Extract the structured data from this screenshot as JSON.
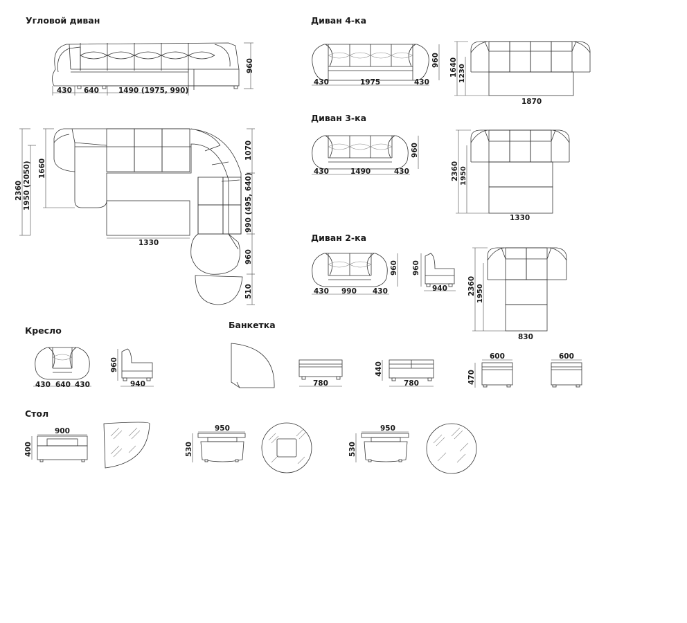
{
  "sections": {
    "corner_sofa": "Угловой диван",
    "sofa4": "Диван 4-ка",
    "sofa3": "Диван 3-ка",
    "sofa2": "Диван 2-ка",
    "armchair": "Кресло",
    "banquette": "Банкетка",
    "table": "Стол"
  },
  "corner": {
    "front_h": "960",
    "w_arm": "430",
    "w_seat": "640",
    "w_rest": "1490 (1975, 990)",
    "plan_total_h": "2360",
    "plan_h_variants": "1950 (2050)",
    "plan_left_h": "1660",
    "plan_w": "1330",
    "plan_r1": "1070",
    "plan_r2": "990 (495, 640)",
    "plan_r3": "960",
    "plan_r4": "510"
  },
  "sofa4": {
    "h": "960",
    "arm_l": "430",
    "seat": "1975",
    "arm_r": "430",
    "plan_h1": "1640",
    "plan_h2": "1230",
    "plan_w": "1870"
  },
  "sofa3": {
    "h": "960",
    "arm_l": "430",
    "seat": "1490",
    "arm_r": "430",
    "plan_h1": "2360",
    "plan_h2": "1950",
    "plan_w": "1330"
  },
  "sofa2": {
    "h": "960",
    "arm_l": "430",
    "seat": "990",
    "arm_r": "430",
    "side_h": "960",
    "side_d": "940",
    "plan_h1": "2360",
    "plan_h2": "1950",
    "plan_w": "830"
  },
  "armchair": {
    "arm_l": "430",
    "seat": "640",
    "arm_r": "430",
    "side_h": "960",
    "side_d": "940"
  },
  "banquette": {
    "w1": "780",
    "h2": "440",
    "w2": "780",
    "w3": "600",
    "h3": "470",
    "w4": "600"
  },
  "tables": {
    "t1_w": "900",
    "t1_h": "400",
    "t2_w": "950",
    "t2_h": "530",
    "t3_w": "950",
    "t3_h": "530"
  }
}
